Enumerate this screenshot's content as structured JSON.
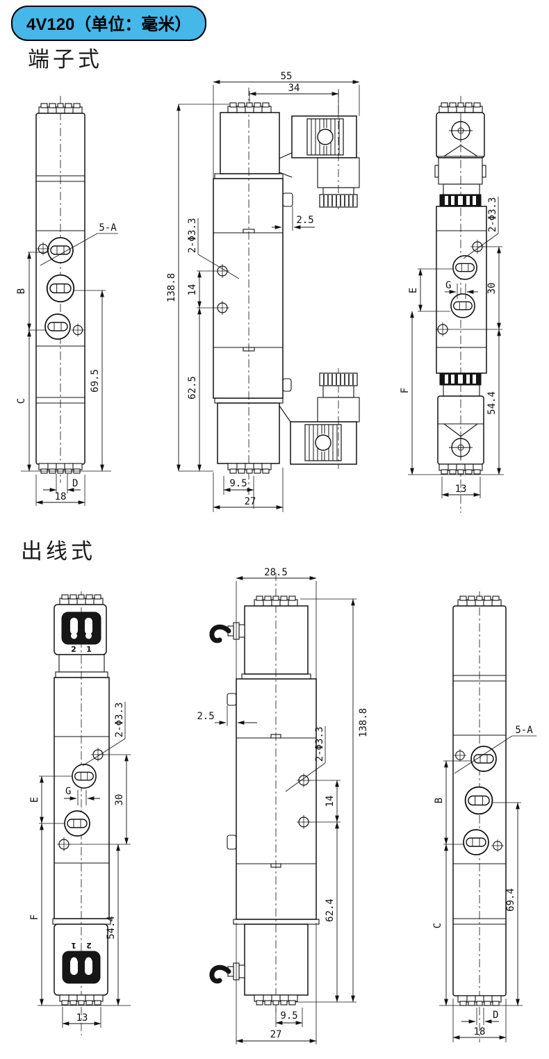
{
  "header": {
    "badge": "4V120（单位：毫米）"
  },
  "colors": {
    "badge_bg": "#45b7e9",
    "line": "#111111"
  },
  "sections": {
    "terminal": {
      "title": "端子式",
      "front": {
        "callout": "5-A",
        "b": "B",
        "c": "C",
        "h695": "69.5",
        "d": "D",
        "w18": "18"
      },
      "side": {
        "w55": "55",
        "w34": "34",
        "off25": "2.5",
        "h1388": "138.8",
        "holes": "2-Φ3.3",
        "gap14": "14",
        "h625": "62.5",
        "w95": "9.5",
        "w27": "27"
      },
      "back": {
        "holes": "2-Φ3.3",
        "e": "E",
        "g": "G",
        "span30": "30",
        "f": "F",
        "h544": "54.4",
        "w13": "13"
      }
    },
    "wired": {
      "title": "出线式",
      "front": {
        "holes": "2-Φ3.3",
        "e": "E",
        "g": "G",
        "span30": "30",
        "f": "F",
        "h544": "54.4",
        "w13": "13",
        "pins_top": [
          "2",
          "1"
        ],
        "pins_bottom": [
          "1",
          "2"
        ]
      },
      "side": {
        "w285": "28.5",
        "off25": "2.5",
        "h1388": "138.8",
        "holes": "2-Φ3.3",
        "gap14": "14",
        "h624": "62.4",
        "w95": "9.5",
        "w27": "27"
      },
      "back": {
        "callout": "5-A",
        "b": "B",
        "c": "C",
        "h694": "69.4",
        "d": "D",
        "w18": "18"
      }
    }
  }
}
